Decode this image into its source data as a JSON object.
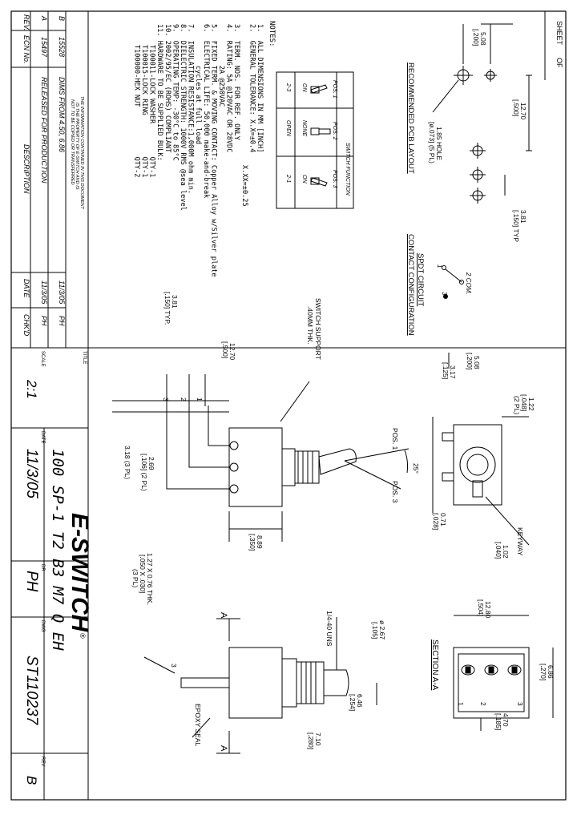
{
  "title_block": {
    "sheet_label": "SHEET",
    "of_label": "OF",
    "title_label": "TITLE",
    "title": "100 SP-1 T2 B3 M7 Q EH",
    "brand": "E-SWITCH",
    "brand_mark": "®",
    "scale_label": "SCALE",
    "scale": "2:1",
    "date_label": "DATE",
    "date": "11/3/05",
    "dr_label": "DR",
    "dr": "PH",
    "dwg_label": "DWG",
    "dwg": "ST110237",
    "rev_label": "REV",
    "rev": "B"
  },
  "revisions": {
    "headers": [
      "REV.",
      "ECN No.",
      "DESCRIPTION",
      "DATE",
      "CHK'D"
    ],
    "rows": [
      {
        "rev": "B",
        "ecn": "15528",
        "description": "DIMS FROM 4.50, 6.86",
        "date": "11/3/05",
        "chkd": "PH"
      },
      {
        "rev": "A",
        "ecn": "15497",
        "description": "RELEASED FOR PRODUCTION",
        "date": "11/3/05",
        "chkd": "PH"
      }
    ],
    "confidentiality": [
      "THE INFORMATION CONTAINED IN THIS DOCUMENT",
      "IS THE PROPERTY OF E-SWITCH AND IS",
      "NOT TO BE COPIED OR TRANSFERRED"
    ]
  },
  "notes": {
    "heading": "NOTES:",
    "lines": [
      "1.  ALL DIMENSIONS IN MM [INCH]",
      "2.  GENERAL TOLERANCE: X.X=±0.4",
      "                                  X.XX=±0.25",
      "3.  TERM. NOS. FOR REF. ONLY",
      "4.  RATING: 5A @120VAC OR 28VDC",
      "          2A @250VAC",
      "5.  FIXED TERM. & MOVING CONTACT: Copper Alloy w/Silver plate",
      "6.  ELECTRICAL LIFE: 50,000 make-and-break",
      "          cycles at full load",
      "7.  INSULATION RESISTANCE:1,000M ohm min.",
      "8.  DIELECTRIC STRENGTH: 1000V RMS @sea level",
      "9.  OPERATING TEMP: -30°C to 85°C",
      "10. 2002/95/EC (ROHS) COMPLIANT",
      "11. HARDWARE TO BE SUPPLIED BULK:",
      "     T100011-LOCK WASHER        QTY-1",
      "     T100015-LOCK RING          QTY-1",
      "     T100000-HEX NUT            QTY-2"
    ]
  },
  "switch_function": {
    "title": "SWITCH FUNCTION",
    "headers": [
      "POS. 1",
      "POS. 2",
      "POS. 3"
    ],
    "row_on": [
      "ON",
      "NONE",
      "ON"
    ],
    "row_conn": [
      "2-3",
      "OPEN",
      "2-1"
    ]
  },
  "pcb": {
    "title": "RECOMMENDED PCB LAYOUT",
    "dim_500": [
      "12.70",
      "[.500]"
    ],
    "dim_200": [
      "5.08",
      "[.200]"
    ],
    "hole": [
      "1.85 HOLE",
      "[ø.073] (5 PL)"
    ],
    "dim_150": [
      "3.81",
      "[.150] TYP"
    ]
  },
  "circuit": {
    "title": "SPDT CIRCUIT",
    "subtitle": "CONTACT CONFIGURATION",
    "com": "2 COM.",
    "t1": "1",
    "t3": "3"
  },
  "side_view": {
    "support": [
      "SWITCH SUPPORT",
      ".40MM THK."
    ],
    "dim_500": [
      "12.70",
      "[.500]"
    ],
    "dim_150": [
      "3.81",
      "[.150] TYP."
    ],
    "dim_106": [
      "2.69",
      "[.106] (2 PL)"
    ],
    "dim_125": [
      "3.18 (3 PL)"
    ],
    "dim_350": [
      "8.89",
      "[.350]"
    ],
    "pos1": "POS. 1",
    "pos3": "POS. 3",
    "angle": "25°",
    "term_labels": [
      "3",
      "2",
      "1"
    ]
  },
  "end_view": {
    "dim_200": [
      "5.08",
      "[.200]"
    ],
    "dim_125": [
      "3.17",
      "[.125]"
    ],
    "dim_048": [
      "1.22",
      "[.048]",
      "(2 PL)"
    ],
    "dim_028": [
      "0.71",
      "[.028]"
    ],
    "dim_040": [
      "1.02",
      "[.040]"
    ],
    "keyway": "KEYWAY"
  },
  "front_view": {
    "thread": "1/4-40 UNS",
    "dim_105": [
      "ø 2.67",
      "[.105]"
    ],
    "term_dim": [
      "1.27 X 0.76 THK.",
      "[.050 X .030]",
      "(3 PL)"
    ],
    "dim_254": [
      "6.46",
      "[.254]"
    ],
    "dim_280": [
      "7.10",
      "[.280]"
    ],
    "epoxy": "EPOXY SEAL",
    "section_a": "A",
    "term_label": "3"
  },
  "section_aa": {
    "title": "SECTION A-A",
    "dim_504": [
      "12.80",
      "[.504]"
    ],
    "dim_270": [
      "6.86",
      "[.270]"
    ],
    "dim_185": [
      "4.70",
      "[.185]"
    ],
    "terms": [
      "1",
      "2",
      "3"
    ]
  }
}
